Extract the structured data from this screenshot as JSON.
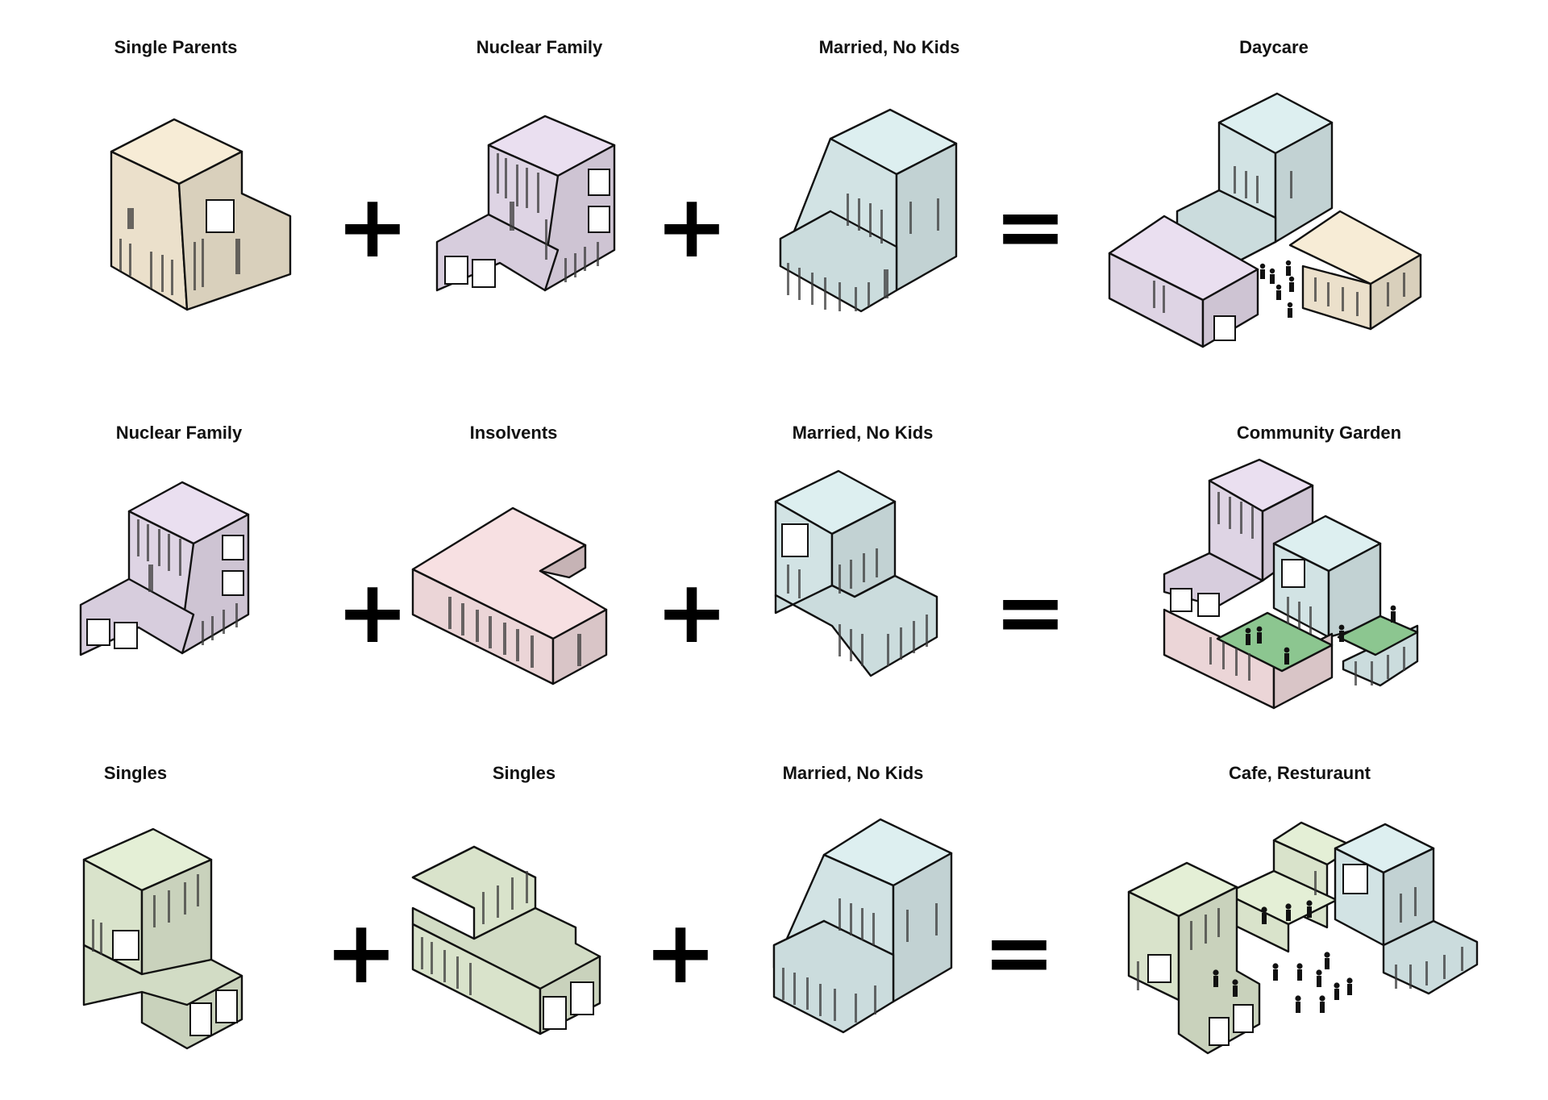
{
  "colors": {
    "single_parents": "#f7ecd6",
    "nuclear_family": "#eadff0",
    "married_no_kids": "#ddeff0",
    "insolvents": "#f7e0e2",
    "singles": "#e4efd6",
    "garden": "#8cc690",
    "operator": "#000000",
    "outline": "#111111"
  },
  "rows": [
    {
      "components": [
        {
          "label": "Single Parents",
          "type": "single_parents"
        },
        {
          "label": "Nuclear Family",
          "type": "nuclear_family"
        },
        {
          "label": "Married, No Kids",
          "type": "married_no_kids"
        }
      ],
      "result": {
        "label": "Daycare"
      }
    },
    {
      "components": [
        {
          "label": "Nuclear Family",
          "type": "nuclear_family"
        },
        {
          "label": "Insolvents",
          "type": "insolvents"
        },
        {
          "label": "Married, No Kids",
          "type": "married_no_kids"
        }
      ],
      "result": {
        "label": "Community Garden"
      }
    },
    {
      "components": [
        {
          "label": "Singles",
          "type": "singles"
        },
        {
          "label": "Singles",
          "type": "singles"
        },
        {
          "label": "Married, No Kids",
          "type": "married_no_kids"
        }
      ],
      "result": {
        "label": "Cafe, Resturaunt"
      }
    }
  ],
  "operators": {
    "plus": "+",
    "equals": "="
  }
}
